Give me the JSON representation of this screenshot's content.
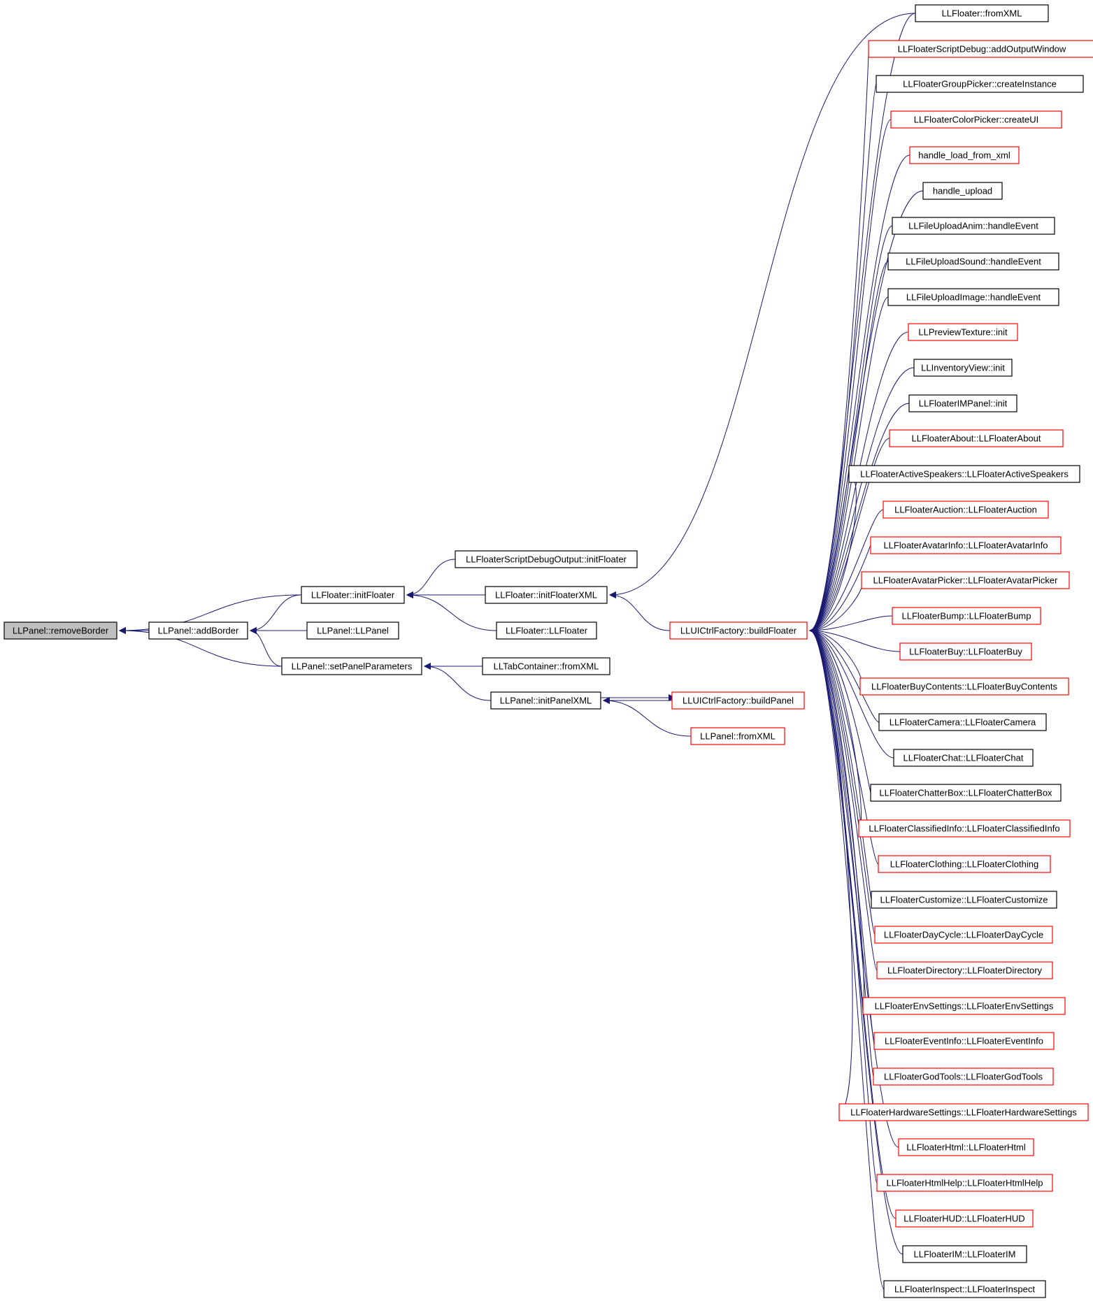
{
  "colors": {
    "edge": "#191970",
    "normal_border": "#000000",
    "red_border": "#ff0000",
    "root_fill": "#bfbfbf",
    "node_fill": "#ffffff"
  },
  "nodes": [
    {
      "id": "removeBorder",
      "label": "LLPanel::removeBorder",
      "style": "root"
    },
    {
      "id": "addBorder",
      "label": "LLPanel::addBorder",
      "style": "normal"
    },
    {
      "id": "initFloater",
      "label": "LLFloater::initFloater",
      "style": "normal"
    },
    {
      "id": "LLPanelCtor",
      "label": "LLPanel::LLPanel",
      "style": "normal"
    },
    {
      "id": "setPanelParameters",
      "label": "LLPanel::setPanelParameters",
      "style": "normal"
    },
    {
      "id": "sdoInitFloater",
      "label": "LLFloaterScriptDebugOutput::initFloater",
      "style": "normal"
    },
    {
      "id": "initFloaterXML",
      "label": "LLFloater::initFloaterXML",
      "style": "normal"
    },
    {
      "id": "LLFloaterCtor",
      "label": "LLFloater::LLFloater",
      "style": "normal"
    },
    {
      "id": "tabFromXML",
      "label": "LLTabContainer::fromXML",
      "style": "normal"
    },
    {
      "id": "initPanelXML",
      "label": "LLPanel::initPanelXML",
      "style": "normal"
    },
    {
      "id": "buildFloater",
      "label": "LLUICtrlFactory::buildFloater",
      "style": "red"
    },
    {
      "id": "buildPanel",
      "label": "LLUICtrlFactory::buildPanel",
      "style": "red"
    },
    {
      "id": "panelFromXML",
      "label": "LLPanel::fromXML",
      "style": "red"
    },
    {
      "id": "r0",
      "label": "LLFloater::fromXML",
      "style": "normal"
    },
    {
      "id": "r1",
      "label": "LLFloaterScriptDebug::addOutputWindow",
      "style": "red"
    },
    {
      "id": "r2",
      "label": "LLFloaterGroupPicker::createInstance",
      "style": "normal"
    },
    {
      "id": "r3",
      "label": "LLFloaterColorPicker::createUI",
      "style": "red"
    },
    {
      "id": "r4",
      "label": "handle_load_from_xml",
      "style": "red"
    },
    {
      "id": "r5",
      "label": "handle_upload",
      "style": "normal"
    },
    {
      "id": "r6",
      "label": "LLFileUploadAnim::handleEvent",
      "style": "normal"
    },
    {
      "id": "r7",
      "label": "LLFileUploadSound::handleEvent",
      "style": "normal"
    },
    {
      "id": "r8",
      "label": "LLFileUploadImage::handleEvent",
      "style": "normal"
    },
    {
      "id": "r9",
      "label": "LLPreviewTexture::init",
      "style": "red"
    },
    {
      "id": "r10",
      "label": "LLInventoryView::init",
      "style": "normal"
    },
    {
      "id": "r11",
      "label": "LLFloaterIMPanel::init",
      "style": "normal"
    },
    {
      "id": "r12",
      "label": "LLFloaterAbout::LLFloaterAbout",
      "style": "red"
    },
    {
      "id": "r13",
      "label": "LLFloaterActiveSpeakers::LLFloaterActiveSpeakers",
      "style": "normal"
    },
    {
      "id": "r14",
      "label": "LLFloaterAuction::LLFloaterAuction",
      "style": "red"
    },
    {
      "id": "r15",
      "label": "LLFloaterAvatarInfo::LLFloaterAvatarInfo",
      "style": "red"
    },
    {
      "id": "r16",
      "label": "LLFloaterAvatarPicker::LLFloaterAvatarPicker",
      "style": "red"
    },
    {
      "id": "r17",
      "label": "LLFloaterBump::LLFloaterBump",
      "style": "red"
    },
    {
      "id": "r18",
      "label": "LLFloaterBuy::LLFloaterBuy",
      "style": "red"
    },
    {
      "id": "r19",
      "label": "LLFloaterBuyContents::LLFloaterBuyContents",
      "style": "red"
    },
    {
      "id": "r20",
      "label": "LLFloaterCamera::LLFloaterCamera",
      "style": "normal"
    },
    {
      "id": "r21",
      "label": "LLFloaterChat::LLFloaterChat",
      "style": "normal"
    },
    {
      "id": "r22",
      "label": "LLFloaterChatterBox::LLFloaterChatterBox",
      "style": "normal"
    },
    {
      "id": "r23",
      "label": "LLFloaterClassifiedInfo::LLFloaterClassifiedInfo",
      "style": "red"
    },
    {
      "id": "r24",
      "label": "LLFloaterClothing::LLFloaterClothing",
      "style": "red"
    },
    {
      "id": "r25",
      "label": "LLFloaterCustomize::LLFloaterCustomize",
      "style": "normal"
    },
    {
      "id": "r26",
      "label": "LLFloaterDayCycle::LLFloaterDayCycle",
      "style": "red"
    },
    {
      "id": "r27",
      "label": "LLFloaterDirectory::LLFloaterDirectory",
      "style": "red"
    },
    {
      "id": "r28",
      "label": "LLFloaterEnvSettings::LLFloaterEnvSettings",
      "style": "red"
    },
    {
      "id": "r29",
      "label": "LLFloaterEventInfo::LLFloaterEventInfo",
      "style": "red"
    },
    {
      "id": "r30",
      "label": "LLFloaterGodTools::LLFloaterGodTools",
      "style": "red"
    },
    {
      "id": "r31",
      "label": "LLFloaterHardwareSettings::LLFloaterHardwareSettings",
      "style": "red"
    },
    {
      "id": "r32",
      "label": "LLFloaterHtml::LLFloaterHtml",
      "style": "red"
    },
    {
      "id": "r33",
      "label": "LLFloaterHtmlHelp::LLFloaterHtmlHelp",
      "style": "red"
    },
    {
      "id": "r34",
      "label": "LLFloaterHUD::LLFloaterHUD",
      "style": "red"
    },
    {
      "id": "r35",
      "label": "LLFloaterIM::LLFloaterIM",
      "style": "normal"
    },
    {
      "id": "r36",
      "label": "LLFloaterInspect::LLFloaterInspect",
      "style": "normal"
    }
  ],
  "edges": [
    [
      "addBorder",
      "removeBorder"
    ],
    [
      "initFloater",
      "removeBorder"
    ],
    [
      "setPanelParameters",
      "removeBorder"
    ],
    [
      "initFloater",
      "addBorder"
    ],
    [
      "LLPanelCtor",
      "addBorder"
    ],
    [
      "setPanelParameters",
      "addBorder"
    ],
    [
      "sdoInitFloater",
      "initFloater"
    ],
    [
      "initFloaterXML",
      "initFloater"
    ],
    [
      "LLFloaterCtor",
      "initFloater"
    ],
    [
      "tabFromXML",
      "setPanelParameters"
    ],
    [
      "initPanelXML",
      "setPanelParameters"
    ],
    [
      "r0",
      "initFloaterXML"
    ],
    [
      "buildFloater",
      "initFloaterXML"
    ],
    [
      "buildPanel",
      "initPanelXML"
    ],
    [
      "panelFromXML",
      "initPanelXML"
    ],
    [
      "initPanelXML",
      "buildPanel"
    ],
    [
      "r0",
      "buildFloater"
    ],
    [
      "r1",
      "buildFloater"
    ],
    [
      "r2",
      "buildFloater"
    ],
    [
      "r3",
      "buildFloater"
    ],
    [
      "r4",
      "buildFloater"
    ],
    [
      "r5",
      "buildFloater"
    ],
    [
      "r6",
      "buildFloater"
    ],
    [
      "r7",
      "buildFloater"
    ],
    [
      "r8",
      "buildFloater"
    ],
    [
      "r9",
      "buildFloater"
    ],
    [
      "r10",
      "buildFloater"
    ],
    [
      "r11",
      "buildFloater"
    ],
    [
      "r12",
      "buildFloater"
    ],
    [
      "r13",
      "buildFloater"
    ],
    [
      "r14",
      "buildFloater"
    ],
    [
      "r15",
      "buildFloater"
    ],
    [
      "r16",
      "buildFloater"
    ],
    [
      "r17",
      "buildFloater"
    ],
    [
      "r18",
      "buildFloater"
    ],
    [
      "r19",
      "buildFloater"
    ],
    [
      "r20",
      "buildFloater"
    ],
    [
      "r21",
      "buildFloater"
    ],
    [
      "r22",
      "buildFloater"
    ],
    [
      "r23",
      "buildFloater"
    ],
    [
      "r24",
      "buildFloater"
    ],
    [
      "r25",
      "buildFloater"
    ],
    [
      "r26",
      "buildFloater"
    ],
    [
      "r27",
      "buildFloater"
    ],
    [
      "r28",
      "buildFloater"
    ],
    [
      "r29",
      "buildFloater"
    ],
    [
      "r30",
      "buildFloater"
    ],
    [
      "r31",
      "buildFloater"
    ],
    [
      "r32",
      "buildFloater"
    ],
    [
      "r33",
      "buildFloater"
    ],
    [
      "r34",
      "buildFloater"
    ],
    [
      "r35",
      "buildFloater"
    ],
    [
      "r36",
      "buildFloater"
    ]
  ]
}
